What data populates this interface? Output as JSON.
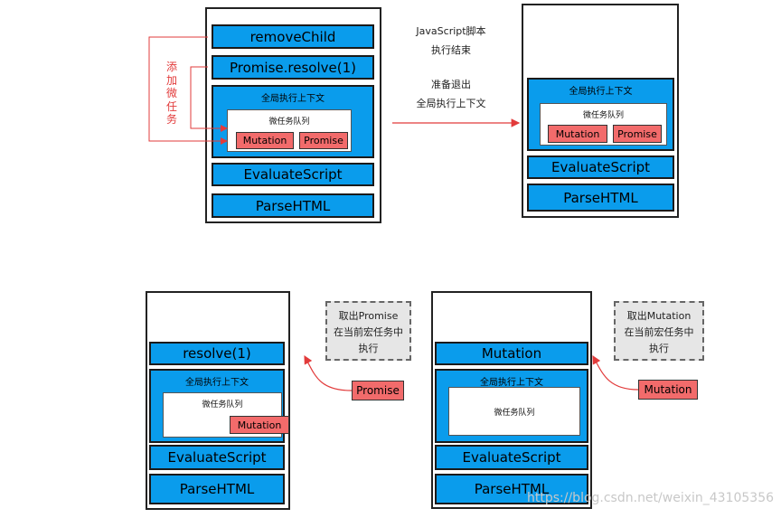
{
  "panel1": {
    "frames": [
      "removeChild",
      "Promise.resolve(1)"
    ],
    "context_title": "全局执行上下文",
    "queue_title": "微任务队列",
    "tasks": [
      "Mutation",
      "Promise"
    ],
    "evaluate": "EvaluateScript",
    "parse": "ParseHTML",
    "side_label": "添加微任务"
  },
  "transition": {
    "line1": "JavaScript脚本",
    "line2": "执行结束",
    "line3": "准备退出",
    "line4": "全局执行上下文"
  },
  "panel2": {
    "context_title": "全局执行上下文",
    "queue_title": "微任务队列",
    "tasks": [
      "Mutation",
      "Promise"
    ],
    "evaluate": "EvaluateScript",
    "parse": "ParseHTML"
  },
  "panel3": {
    "top_frame": "resolve(1)",
    "context_title": "全局执行上下文",
    "queue_title": "微任务队列",
    "tasks": [
      "Mutation"
    ],
    "evaluate": "EvaluateScript",
    "parse": "ParseHTML",
    "note_lines": [
      "取出Promise",
      "在当前宏任务中",
      "执行"
    ],
    "taken": "Promise"
  },
  "panel4": {
    "top_frame": "Mutation",
    "context_title": "全局执行上下文",
    "queue_title": "微任务队列",
    "evaluate": "EvaluateScript",
    "parse": "ParseHTML",
    "note_lines": [
      "取出Mutation",
      "在当前宏任务中",
      "执行"
    ],
    "taken": "Mutation"
  },
  "watermark": "https://blog.csdn.net/weixin_43105356",
  "colors": {
    "frame": "#0a9cec",
    "task": "#f26b6b",
    "arrow": "#e23b3b",
    "note_bg": "#e6e6e6"
  }
}
